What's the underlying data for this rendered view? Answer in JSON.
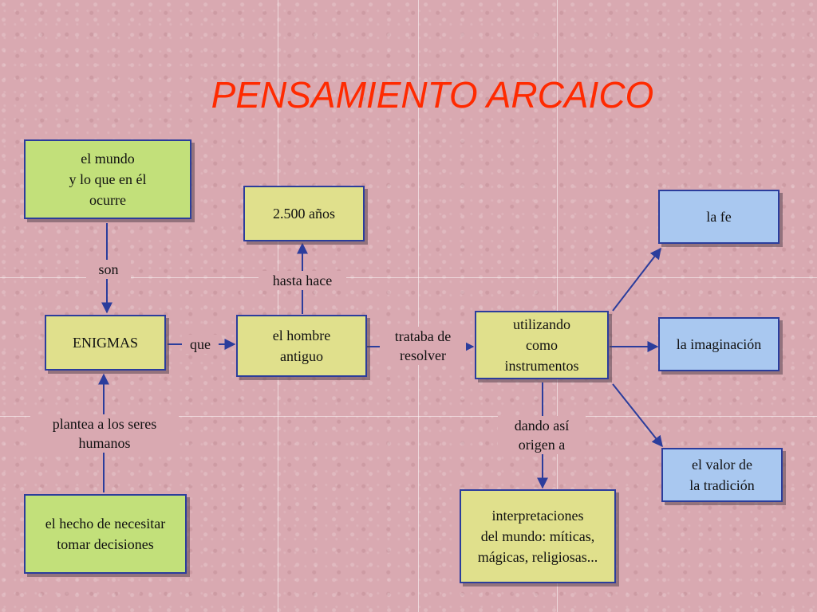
{
  "title": "PENSAMIENTO ARCAICO",
  "nodes": {
    "mundo": "el mundo\ny lo que en él\nocurre",
    "enigmas": "ENIGMAS",
    "hecho": "el hecho de necesitar\ntomar decisiones",
    "anos": "2.500 años",
    "hombre": "el hombre\nantiguo",
    "utilizando": "utilizando\ncomo\ninstrumentos",
    "interpretaciones": "interpretaciones\ndel mundo: míticas,\nmágicas, religiosas...",
    "fe": "la fe",
    "imaginacion": "la imaginación",
    "tradicion": "el valor de\nla tradición"
  },
  "links": {
    "son": "son",
    "plantea": "plantea a los seres\nhumanos",
    "que": "que",
    "hasta_hace": "hasta hace",
    "trataba": "trataba de\nresolver",
    "dando": "dando así\norigen a"
  },
  "colors": {
    "green": "#c2e07a",
    "yellow": "#e0e08c",
    "blue": "#a9c8f0",
    "border": "#2b3d9c",
    "title": "#ff2a00"
  }
}
